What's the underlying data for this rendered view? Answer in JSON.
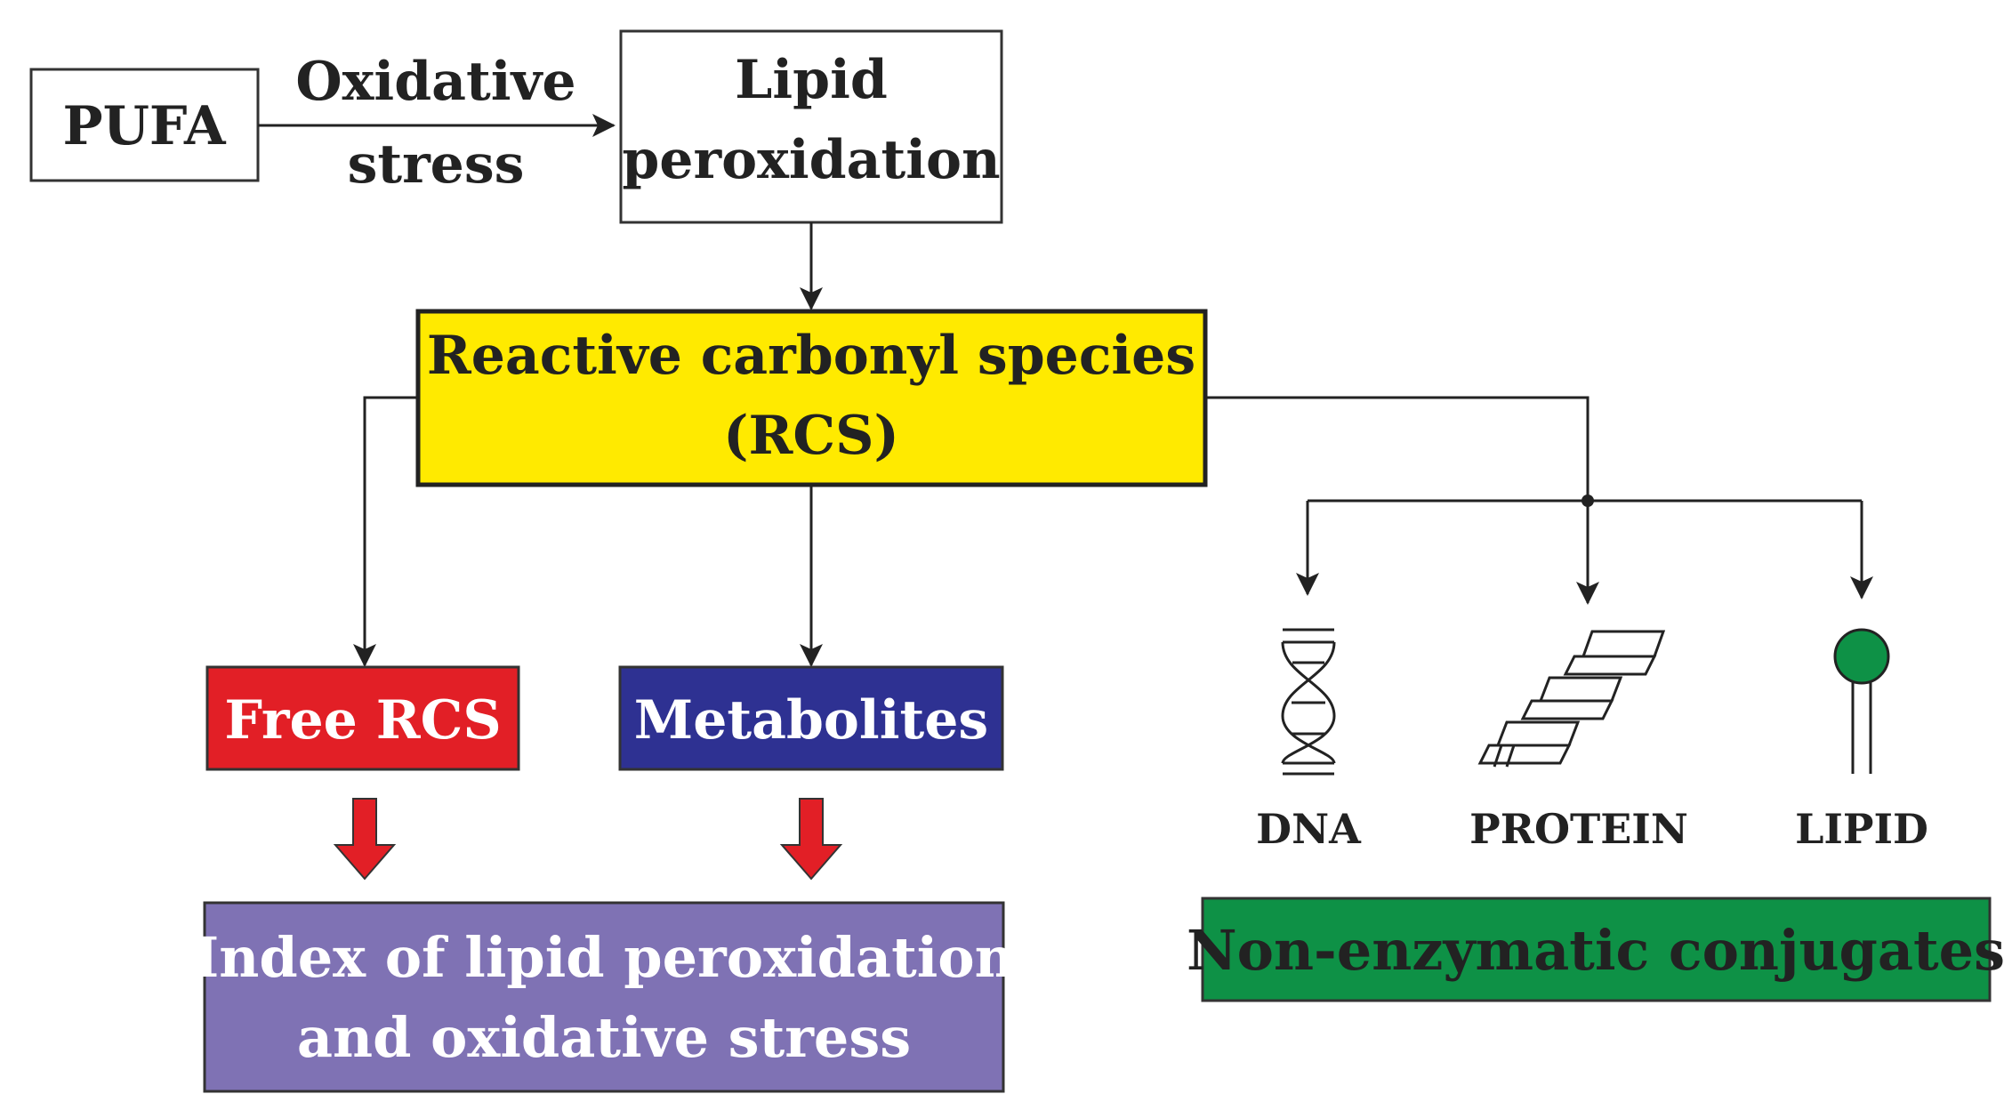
{
  "nodes": {
    "pufa": {
      "label": "PUFA"
    },
    "lipid_peroxidation": {
      "line1": "Lipid",
      "line2": "peroxidation"
    },
    "rcs": {
      "line1": "Reactive carbonyl species",
      "line2": "(RCS)"
    },
    "free_rcs": {
      "label": "Free RCS"
    },
    "metabolites": {
      "label": "Metabolites"
    },
    "index": {
      "line1": "Index of lipid peroxidation",
      "line2": "and oxidative stress"
    },
    "conjugates": {
      "label": "Non-enzymatic conjugates"
    }
  },
  "edge_labels": {
    "oxidative_stress": {
      "line1": "Oxidative",
      "line2": "stress"
    }
  },
  "targets": {
    "dna": {
      "label": "DNA",
      "icon": "dna-helix-icon"
    },
    "protein": {
      "label": "PROTEIN",
      "icon": "protein-sheet-icon"
    },
    "lipid": {
      "label": "LIPID",
      "icon": "lipid-molecule-icon"
    }
  },
  "colors": {
    "rcs_fill": "#FFEA00",
    "free_rcs_fill": "#E21F26",
    "metabolites_fill": "#2E3192",
    "index_fill": "#7F72B4",
    "conjugates_fill": "#0E9146",
    "lipid_head_fill": "#0E9146",
    "red_arrow_fill": "#E21F26"
  }
}
